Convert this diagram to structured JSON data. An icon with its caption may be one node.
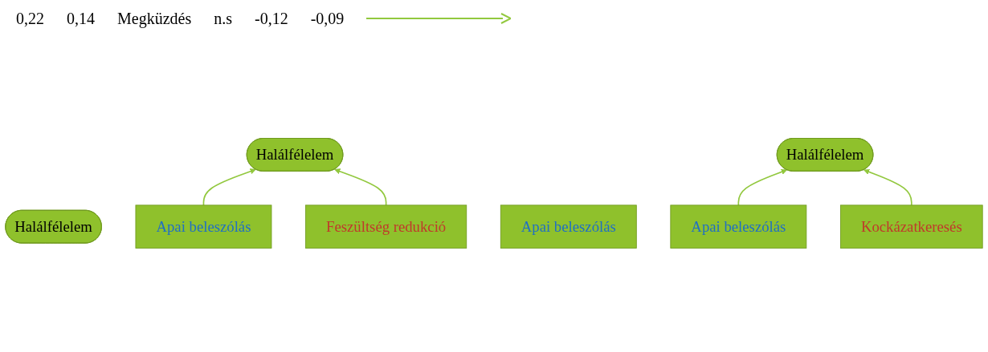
{
  "diagram": {
    "nodes": [
      {
        "text": [
          "Halálfélelem"
        ]
      },
      {
        "text": [
          "Halálfélelem"
        ]
      },
      {
        "text": [
          "Halálfélelem"
        ]
      },
      {
        "text": [
          "Feszültség redukció"
        ]
      },
      {
        "text": [
          "Kockázatkeresés"
        ]
      },
      {
        "text": [
          "Apai beleszólás"
        ]
      },
      {
        "text": [
          "Apai beleszólás"
        ]
      },
      {
        "text": [
          "Apai beleszólás"
        ]
      }
    ],
    "edges": [
      {
        "from": 6,
        "to": 1,
        "arrow": "to"
      },
      {
        "from": 3,
        "to": 1,
        "arrow": "to"
      },
      {
        "from": 7,
        "to": 2,
        "arrow": "to"
      },
      {
        "from": 4,
        "to": 2,
        "arrow": "to"
      }
    ],
    "labels": [
      "0,22",
      "0,14",
      "Megküzdés",
      "n.s",
      "-0,12",
      "-0,09"
    ]
  }
}
